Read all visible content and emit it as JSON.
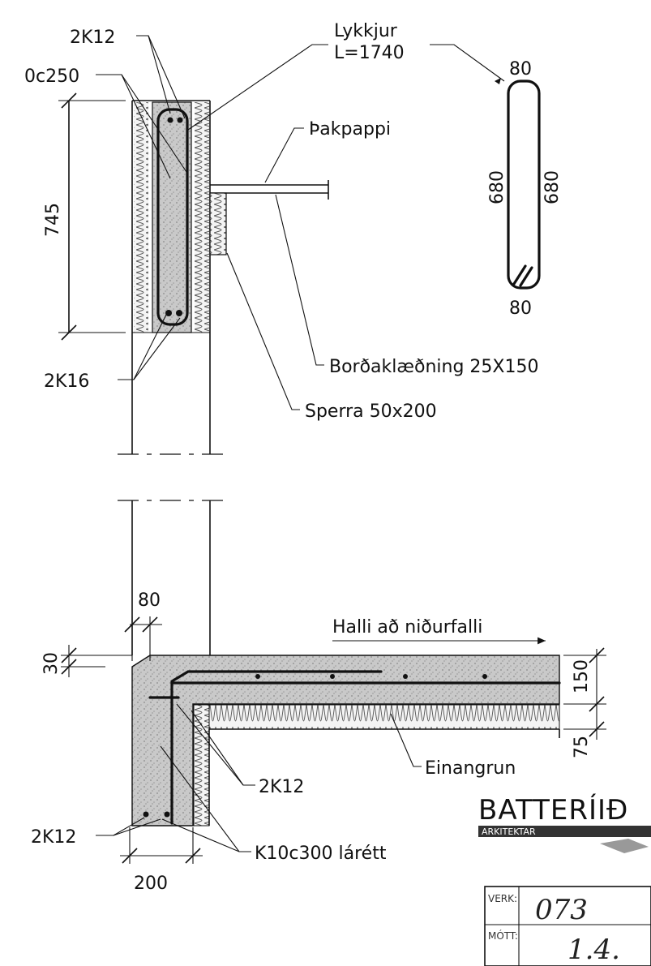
{
  "wall_section": {
    "label_rebar_top": "2K12",
    "label_stirrup_spacing": "0c250",
    "label_height_dim": "745",
    "label_rebar_bottom": "2K16",
    "label_loops": "Lykkjur",
    "label_loop_length": "L=1740",
    "label_roofing_felt": "Þakpappi",
    "label_cladding": "Borðaklæðning 25X150",
    "label_rafter": "Sperra 50x200"
  },
  "loop_detail": {
    "dim_top": "80",
    "dim_left": "680",
    "dim_right": "680",
    "dim_bottom": "80"
  },
  "slab_section": {
    "dim_corner": "80",
    "dim_offset": "30",
    "label_slope": "Halli að niðurfalli",
    "dim_slab": "150",
    "dim_insulation": "75",
    "label_insulation": "Einangrun",
    "label_rebar_inner": "2K12",
    "label_rebar_outer": "2K12",
    "label_horizontal_rebar": "K10c300 lárétt",
    "dim_wall_width": "200"
  },
  "title_block": {
    "company": "BATTERÍIÐ",
    "company_sub": "ARKITEKTAR",
    "field_project_label": "VERK:",
    "field_project_value": "073",
    "field_received_label": "MÓTT:",
    "field_received_value": "1.4."
  }
}
